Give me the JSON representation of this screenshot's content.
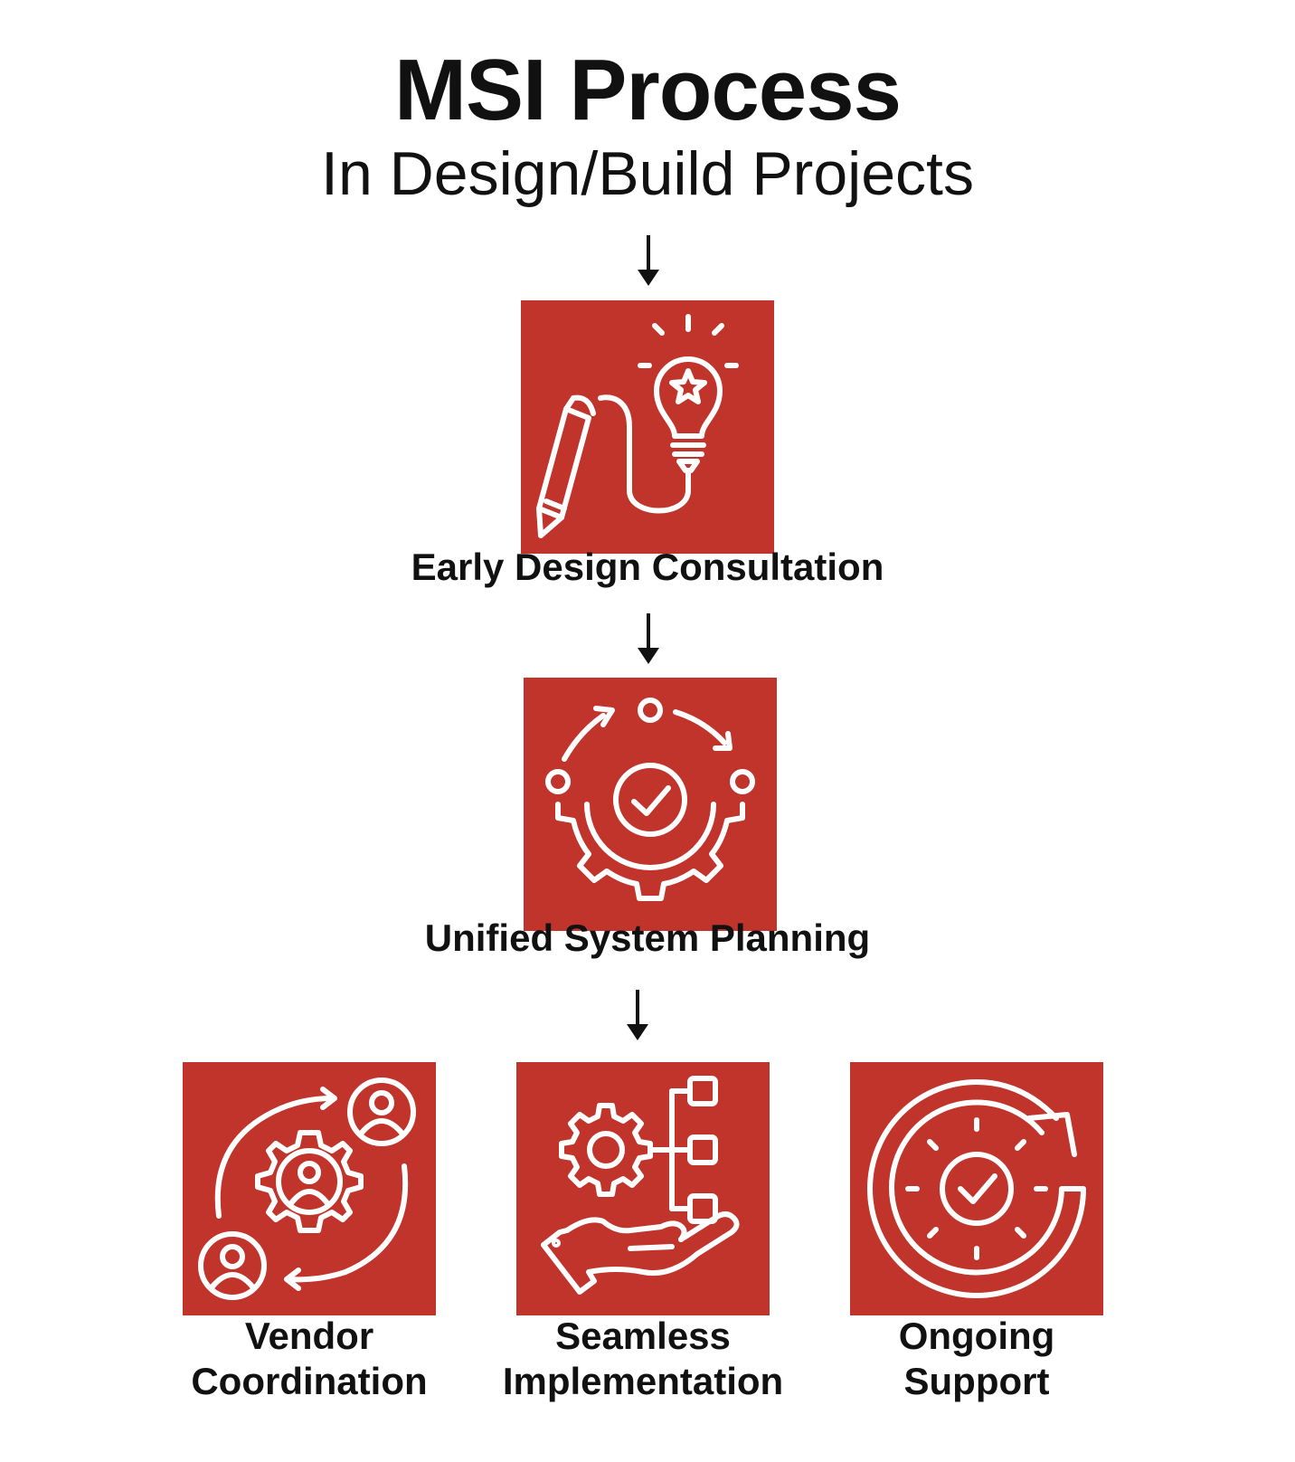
{
  "header": {
    "title": "MSI Process",
    "subtitle": "In Design/Build Projects"
  },
  "steps": [
    {
      "label": "Early Design Consultation",
      "icon": "lightbulb-pencil-icon"
    },
    {
      "label": "Unified System Planning",
      "icon": "gear-checkmark-cycle-icon"
    }
  ],
  "final_steps": [
    {
      "line1": "Vendor",
      "line2": "Coordination",
      "icon": "vendor-gear-people-icon"
    },
    {
      "line1": "Seamless",
      "line2": "Implementation",
      "icon": "hand-gear-hierarchy-icon"
    },
    {
      "line1": "Ongoing",
      "line2": "Support",
      "icon": "circular-arrow-clock-check-icon"
    }
  ],
  "colors": {
    "box": "#c1342b",
    "icon": "#ffffff",
    "text": "#111111"
  }
}
